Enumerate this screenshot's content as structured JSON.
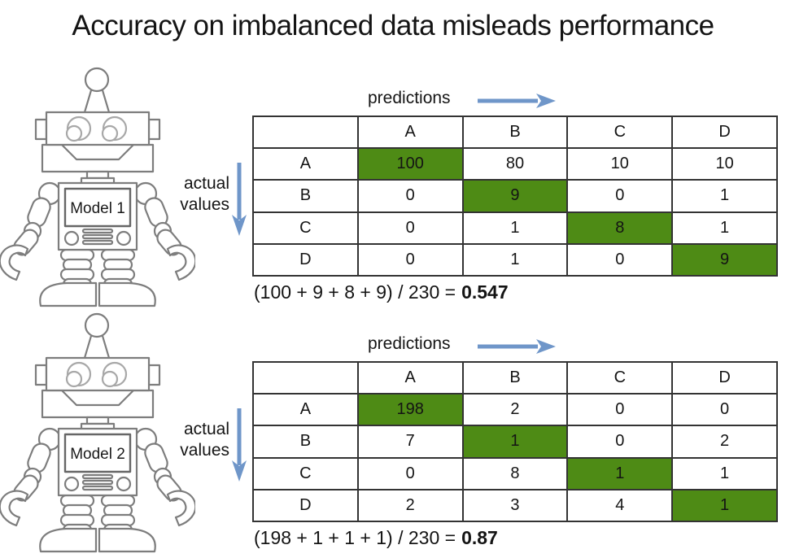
{
  "title": "Accuracy on imbalanced data misleads performance",
  "labels": {
    "predictions": "predictions",
    "actual_line1": "actual",
    "actual_line2": "values"
  },
  "colors": {
    "highlight_green": "#4e8b15",
    "arrow_blue": "#6f96c9",
    "table_border": "#333333",
    "robot_outline": "#7d7d7d"
  },
  "models": [
    {
      "name": "Model 1",
      "columns": [
        "A",
        "B",
        "C",
        "D"
      ],
      "row_labels": [
        "A",
        "B",
        "C",
        "D"
      ],
      "matrix": [
        [
          100,
          80,
          10,
          10
        ],
        [
          0,
          9,
          0,
          1
        ],
        [
          0,
          1,
          8,
          1
        ],
        [
          0,
          1,
          0,
          9
        ]
      ],
      "formula": "(100 + 9 + 8 + 9) / 230 =",
      "result": "0.547"
    },
    {
      "name": "Model 2",
      "columns": [
        "A",
        "B",
        "C",
        "D"
      ],
      "row_labels": [
        "A",
        "B",
        "C",
        "D"
      ],
      "matrix": [
        [
          198,
          2,
          0,
          0
        ],
        [
          7,
          1,
          0,
          2
        ],
        [
          0,
          8,
          1,
          1
        ],
        [
          2,
          3,
          4,
          1
        ]
      ],
      "formula": "(198 + 1 + 1 + 1) / 230 =",
      "result": "0.87"
    }
  ],
  "chart_data": [
    {
      "type": "heatmap",
      "title": "Model 1 confusion matrix",
      "xlabel": "predictions",
      "ylabel": "actual values",
      "x": [
        "A",
        "B",
        "C",
        "D"
      ],
      "y": [
        "A",
        "B",
        "C",
        "D"
      ],
      "values": [
        [
          100,
          80,
          10,
          10
        ],
        [
          0,
          9,
          0,
          1
        ],
        [
          0,
          1,
          8,
          1
        ],
        [
          0,
          1,
          0,
          9
        ]
      ],
      "highlighted_cells": "diagonal",
      "total": 230,
      "accuracy": 0.547
    },
    {
      "type": "heatmap",
      "title": "Model 2 confusion matrix",
      "xlabel": "predictions",
      "ylabel": "actual values",
      "x": [
        "A",
        "B",
        "C",
        "D"
      ],
      "y": [
        "A",
        "B",
        "C",
        "D"
      ],
      "values": [
        [
          198,
          2,
          0,
          0
        ],
        [
          7,
          1,
          0,
          2
        ],
        [
          0,
          8,
          1,
          1
        ],
        [
          2,
          3,
          4,
          1
        ]
      ],
      "highlighted_cells": "diagonal",
      "total": 230,
      "accuracy": 0.87
    }
  ]
}
